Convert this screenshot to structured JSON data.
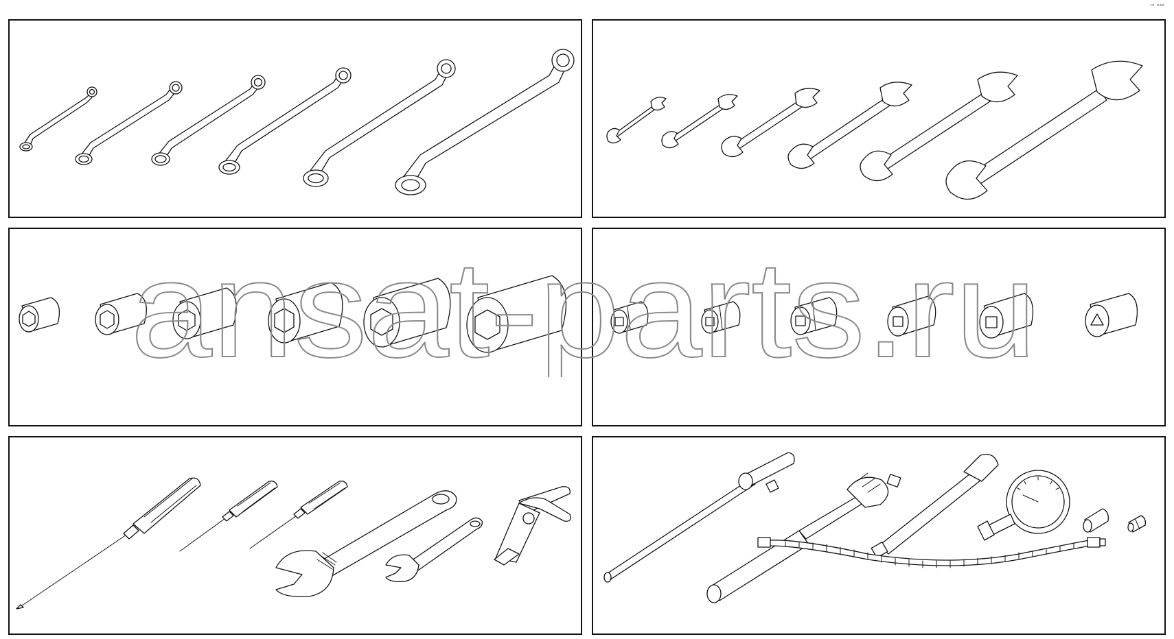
{
  "watermark": {
    "text": "ansat-parts.ru",
    "stroke_color": "#8a8a8a"
  },
  "corner_mark": {
    "text": "▫▪ ▪▪▪"
  },
  "colors": {
    "line": "#111111",
    "background": "#ffffff"
  },
  "panels": [
    {
      "id": "box-wrenches",
      "icon": "double-box-wrench-icon",
      "count": 6
    },
    {
      "id": "open-end-wrenches",
      "icon": "open-end-wrench-icon",
      "count": 6
    },
    {
      "id": "hex-sockets",
      "icon": "hex-socket-icon",
      "count": 6
    },
    {
      "id": "square-sockets",
      "icon": "square-socket-icon",
      "count": 6
    },
    {
      "id": "hand-tools",
      "icons": [
        "screwdriver-icon",
        "screwdriver-icon",
        "screwdriver-icon",
        "adjustable-wrench-icon",
        "adjustable-wrench-icon",
        "pliers-icon"
      ]
    },
    {
      "id": "ratchet-and-gauge",
      "icons": [
        "t-handle-icon",
        "ratchet-handle-icon",
        "extension-bar-icon",
        "pressure-gauge-icon",
        "adapter-icon",
        "fitting-icon",
        "flexible-hose-icon"
      ]
    }
  ]
}
